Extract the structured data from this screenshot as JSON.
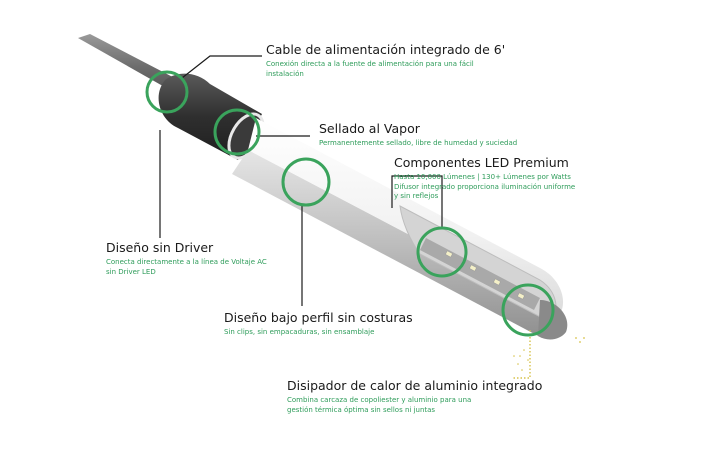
{
  "colors": {
    "accent_green": "#2e9c5a",
    "ring_green": "#3aa35c",
    "title_text": "#1a1a1a",
    "cable": "#7b7b7b",
    "housing_dark": "#3a3a3a",
    "diffuser": "#f2f2f2",
    "aluminum": "#cfcfcf"
  },
  "callouts": [
    {
      "id": "cable",
      "title": "Cable de alimentación integrado de 6'",
      "desc": [
        "Conexión directa a la fuente de alimentación para una fácil",
        "instalación"
      ]
    },
    {
      "id": "sealed",
      "title": "Sellado al Vapor",
      "desc": [
        "Permanentemente sellado, libre de humedad y suciedad"
      ]
    },
    {
      "id": "led",
      "title": "Componentes LED Premium",
      "desc": [
        "Hasta 10,000 Lúmenes | 130+ Lúmenes por Watts",
        "Difusor integrado proporciona iluminación uniforme",
        "y sin reflejos"
      ]
    },
    {
      "id": "driver",
      "title": "Diseño sin Driver",
      "desc": [
        "Conecta directamente a la línea de Voltaje AC",
        "sin Driver LED"
      ]
    },
    {
      "id": "profile",
      "title": "Diseño bajo perfil sin costuras",
      "desc": [
        "Sin clips, sin empacaduras, sin ensamblaje"
      ]
    },
    {
      "id": "heatsink",
      "title": "Disipador de calor de aluminio integrado",
      "desc": [
        "Combina carcaza de copoliester y aluminio para una",
        "gestión térmica óptima sin sellos ni juntas"
      ]
    }
  ]
}
